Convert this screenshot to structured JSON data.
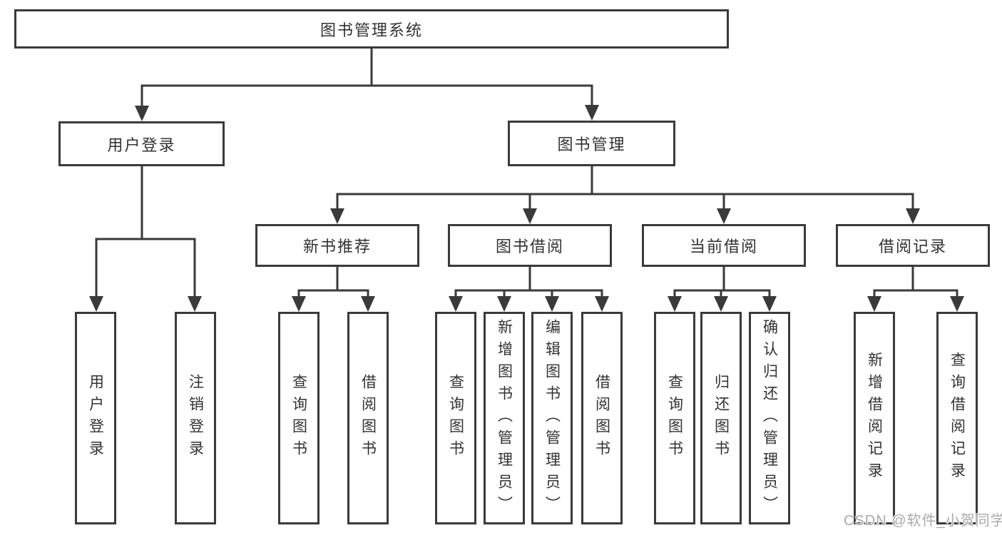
{
  "tree": {
    "root": {
      "label": "图书管理系统"
    },
    "level2": {
      "user_login": {
        "label": "用户登录"
      },
      "book_mgmt": {
        "label": "图书管理"
      }
    },
    "level3": {
      "new_books": {
        "label": "新书推荐"
      },
      "book_borrow": {
        "label": "图书借阅"
      },
      "current_borrow": {
        "label": "当前借阅"
      },
      "borrow_records": {
        "label": "借阅记录"
      }
    },
    "leaves": {
      "user_login": [
        "用户登录",
        "注销登录"
      ],
      "new_books": [
        "查询图书",
        "借阅图书"
      ],
      "book_borrow": [
        "查询图书",
        "新增图书（管理员）",
        "编辑图书（管理员）",
        "借阅图书"
      ],
      "current_borrow": [
        "查询图书",
        "归还图书",
        "确认归还（管理员）"
      ],
      "borrow_records": [
        "新增借阅记录",
        "查询借阅记录"
      ]
    }
  },
  "watermark": "CSDN @软件_小贺同学",
  "colors": {
    "line": "#3a3a3a",
    "box_border": "#3a3a3a",
    "text": "#323232",
    "watermark": "#a9a9a9",
    "background": "#ffffff"
  }
}
